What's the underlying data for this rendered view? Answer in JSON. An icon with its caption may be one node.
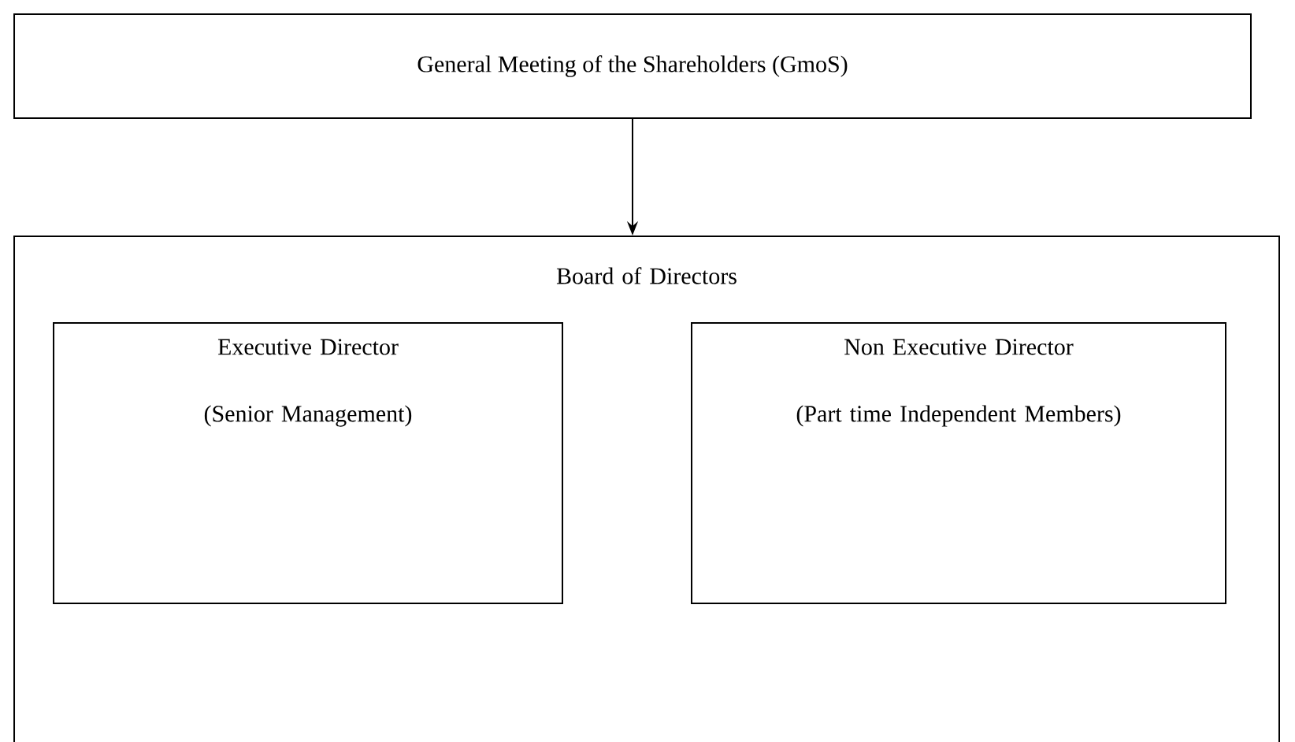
{
  "diagram": {
    "nodes": [
      {
        "text": [
          "General Meeting of the Shareholders (GmoS)"
        ]
      },
      {
        "text": [
          "Board of Directors"
        ]
      },
      {
        "text": [
          "Executive Director",
          "(Senior Management)"
        ],
        "in": 1
      },
      {
        "text": [
          "Non Executive Director",
          "(Part time Independent Members)"
        ],
        "in": 1
      }
    ],
    "edges": [
      {
        "from": 0,
        "to": 1,
        "arrow": "to"
      }
    ]
  }
}
